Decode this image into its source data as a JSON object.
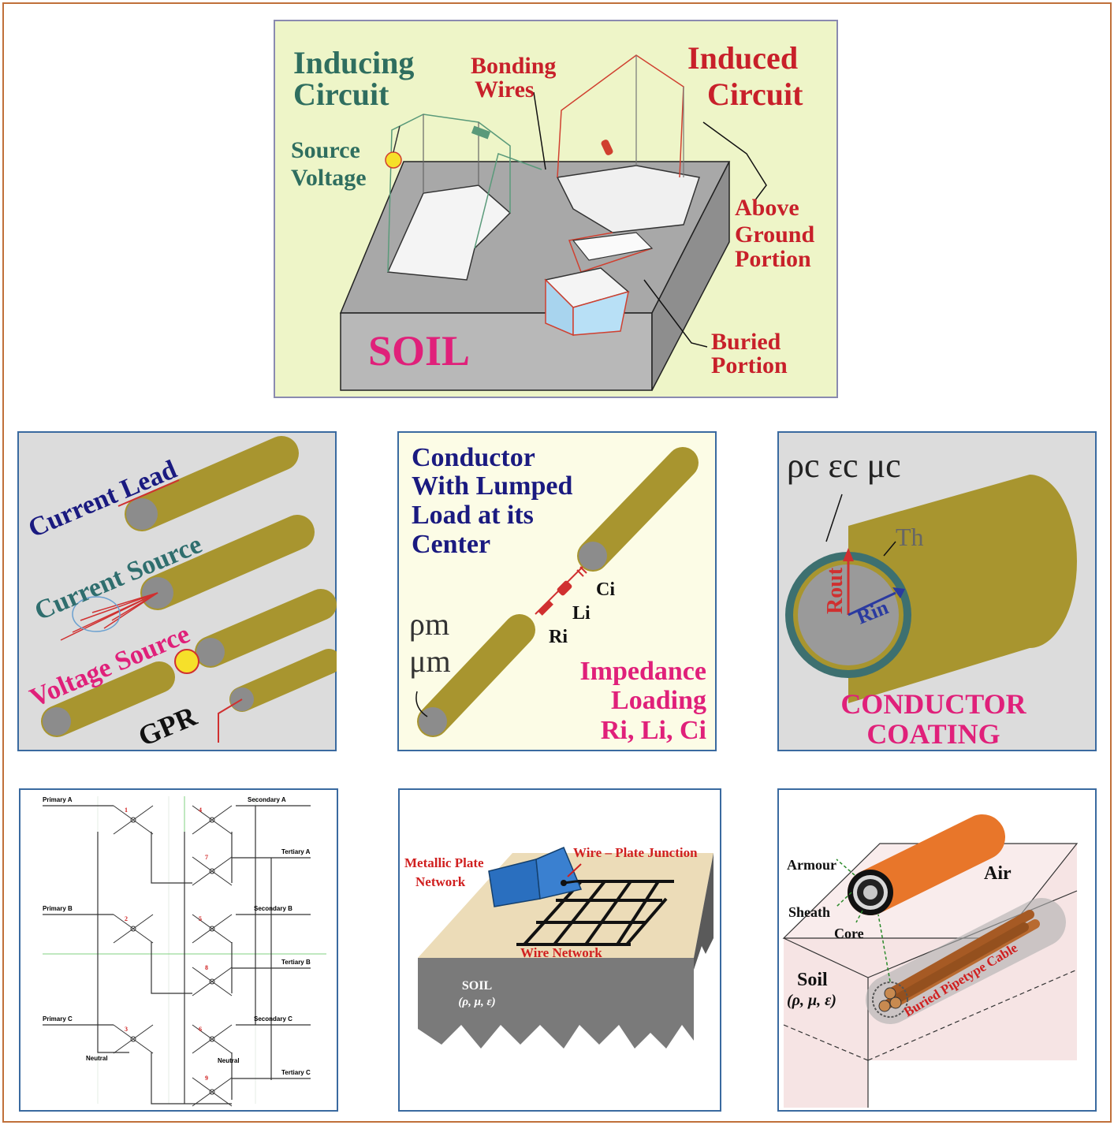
{
  "soil_figure": {
    "inducing_circuit": [
      "Inducing",
      "Circuit"
    ],
    "induced_circuit": [
      "Induced",
      "Circuit"
    ],
    "bonding_wires": [
      "Bonding",
      "Wires"
    ],
    "source_voltage": [
      "Source",
      "Voltage"
    ],
    "above_ground": [
      "Above",
      "Ground",
      "Portion"
    ],
    "buried": [
      "Buried",
      "Portion"
    ],
    "soil": "SOIL",
    "colors": {
      "green_text": "#2f6e5f",
      "red_text": "#c8202a",
      "magenta": "#e0207a",
      "bg": "#eef5c8"
    }
  },
  "sources_panel": {
    "current_lead": "Current Lead",
    "current_source": "Current Source",
    "voltage_source": "Voltage Source",
    "gpr": "GPR",
    "colors": {
      "navy": "#1a1a80",
      "teal": "#2f6e6e",
      "magenta": "#e0207a",
      "rod": "#a8952f"
    }
  },
  "lumped_panel": {
    "title": [
      "Conductor",
      "With Lumped",
      "Load at its",
      "Center"
    ],
    "rho_m": "ρm",
    "mu_m": "μm",
    "ri": "Ri",
    "li": "Li",
    "ci": "Ci",
    "impedance": [
      "Impedance",
      "Loading",
      "Ri, Li, Ci"
    ]
  },
  "coating_panel": {
    "params": "ρc εc μc",
    "th": "Th",
    "rout": "Rout",
    "rin": "Rin",
    "caption": [
      "CONDUCTOR",
      "COATING"
    ]
  },
  "transformer_panel": {
    "primary_a": "Primary A",
    "primary_b": "Primary B",
    "primary_c": "Primary C",
    "secondary_a": "Secondary A",
    "secondary_b": "Secondary B",
    "secondary_c": "Secondary C",
    "tertiary_a": "Tertiary A",
    "tertiary_b": "Tertiary B",
    "tertiary_c": "Tertiary C",
    "neutral": "Neutral",
    "numbers": [
      "1",
      "2",
      "3",
      "4",
      "5",
      "6",
      "7",
      "8",
      "9"
    ]
  },
  "plate_panel": {
    "metallic_plate": [
      "Metallic Plate",
      "Network"
    ],
    "junction": "Wire – Plate Junction",
    "wire_network": "Wire  Network",
    "soil": "SOIL",
    "soil_params": "(ρ, μ, ε)"
  },
  "cable_panel": {
    "armour": "Armour",
    "sheath": "Sheath",
    "core": "Core",
    "air": "Air",
    "soil": "Soil",
    "soil_params": "(ρ, μ, ε)",
    "cable": "Buried Pipetype Cable"
  }
}
